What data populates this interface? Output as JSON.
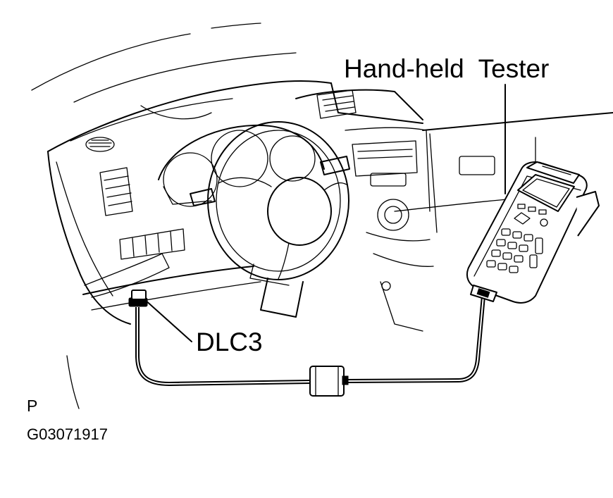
{
  "labels": {
    "tester": "Hand-held  Tester",
    "dlc": "DLC3",
    "view_code": "P",
    "figure_id": "G03071917"
  },
  "icons": {
    "vehicle": "dashboard-illustration",
    "tool": "hand-held-tester-illustration",
    "port": "dlc3-connector"
  }
}
